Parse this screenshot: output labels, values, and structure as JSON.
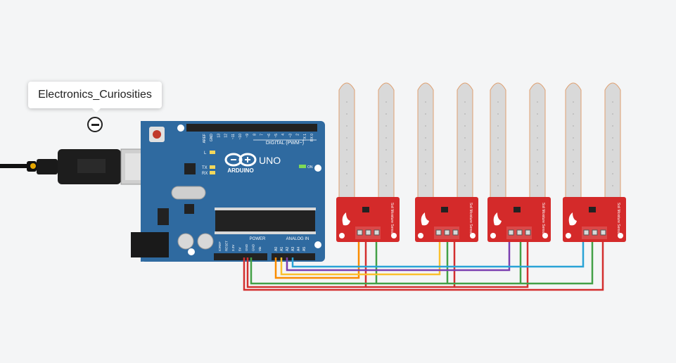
{
  "tooltip": {
    "label": "Electronics_Curiosities"
  },
  "board": {
    "brand": "ARDUINO",
    "model": "UNO",
    "digital_header": "DIGITAL (PWM~)",
    "power_header": "POWER",
    "analog_header": "ANALOG IN",
    "on_label": "ON",
    "led_l": "L",
    "led_tx": "TX",
    "led_rx": "RX",
    "digital_pins": [
      "AREF",
      "GND",
      "13",
      "12",
      "~11",
      "~10",
      "~9",
      "8",
      "7",
      "~6",
      "~5",
      "4",
      "~3",
      "2",
      "TX 1",
      "RX 0"
    ],
    "power_pins": [
      "IOREF",
      "RESET",
      "3.3V",
      "5V",
      "GND",
      "GND",
      "Vin"
    ],
    "analog_pins": [
      "A0",
      "A1",
      "A2",
      "A3",
      "A4",
      "A5"
    ]
  },
  "sensors": [
    {
      "label": "Soil Moisture Sensor"
    },
    {
      "label": "Soil Moisture Sensor"
    },
    {
      "label": "Soil Moisture Sensor"
    },
    {
      "label": "Soil Moisture Sensor"
    }
  ],
  "wire_colors": {
    "power": "#d32f2f",
    "ground": "#43a047",
    "a0": "#fb8c00",
    "a1": "#fbc02d",
    "a2": "#7b3fb0",
    "a3": "#29a3d6"
  },
  "colors": {
    "board": "#2f6aa0",
    "sensor": "#d42a2a",
    "probe": "#d9d9d9"
  }
}
